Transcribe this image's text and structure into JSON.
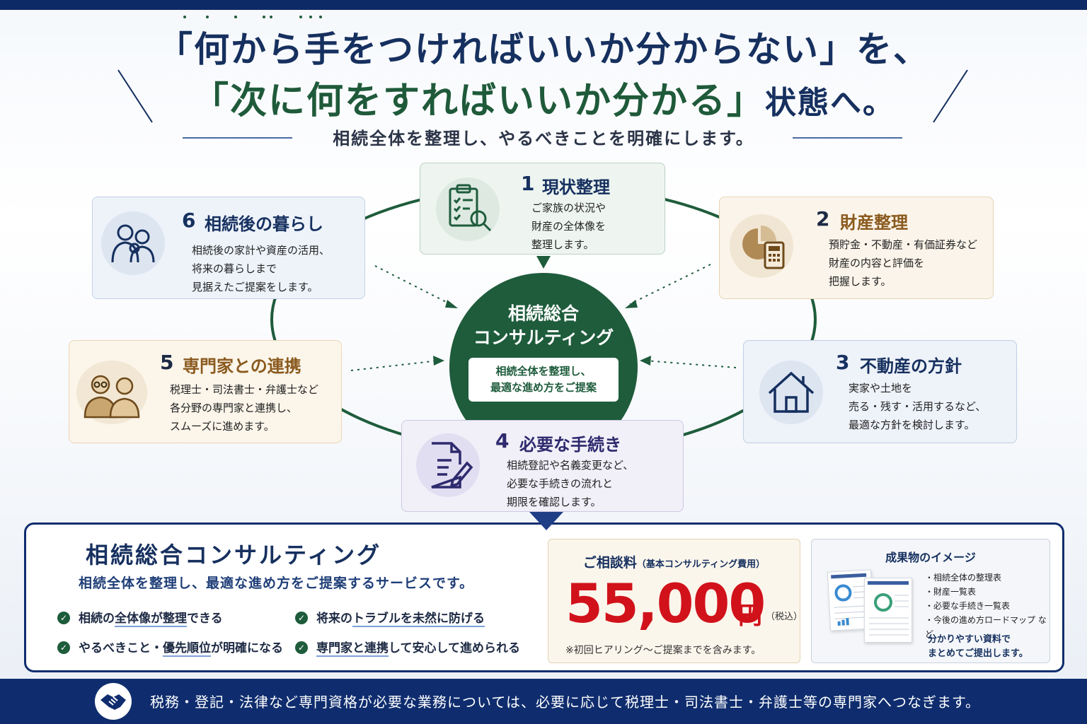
{
  "header": {
    "line1": "「何から手をつければいいか分からない」を、",
    "line2_green": "「次に何をすればいいか分かる」",
    "line2_navy": "状態へ。",
    "subtitle": "相続全体を整理し、やるべきことを明確にします。"
  },
  "center": {
    "title1": "相続総合",
    "title2": "コンサルティング",
    "box1": "相続全体を整理し、",
    "box2": "最適な進め方をご提案"
  },
  "steps": [
    {
      "num": "1",
      "title": "現状整理",
      "lines": [
        "ご家族の状況や",
        "財産の全体像を",
        "整理します。"
      ],
      "icon": "clipboard-search-icon",
      "color": "#1e5c3b"
    },
    {
      "num": "2",
      "title": "財産整理",
      "lines": [
        "預貯金・不動産・有価証券など",
        "財産の内容と評価を",
        "把握します。"
      ],
      "icon": "pie-calculator-icon",
      "color": "#8a5a1e"
    },
    {
      "num": "3",
      "title": "不動産の方針",
      "lines": [
        "実家や土地を",
        "売る・残す・活用するなど、",
        "最適な方針を検討します。"
      ],
      "icon": "house-icon",
      "color": "#16305f"
    },
    {
      "num": "4",
      "title": "必要な手続き",
      "lines": [
        "相続登記や名義変更など、",
        "必要な手続きの流れと",
        "期限を確認します。"
      ],
      "icon": "document-pen-icon",
      "color": "#2e2a6e"
    },
    {
      "num": "5",
      "title": "専門家との連携",
      "lines": [
        "税理士・司法書士・弁護士など",
        "各分野の専門家と連携し、",
        "スムーズに進めます。"
      ],
      "icon": "experts-icon",
      "color": "#8a5a1e"
    },
    {
      "num": "6",
      "title": "相続後の暮らし",
      "lines": [
        "相続後の家計や資産の活用、",
        "将来の暮らしまで",
        "見据えたご提案をします。"
      ],
      "icon": "family-icon",
      "color": "#16305f"
    }
  ],
  "service": {
    "title": "相続総合コンサルティング",
    "subtitle": "相続全体を整理し、最適な進め方をご提案するサービスです。",
    "checks": [
      {
        "pre": "相続の",
        "u": "全体像が整理",
        "post": "できる"
      },
      {
        "pre": "将来の",
        "u": "トラブルを未然に防げる",
        "post": ""
      },
      {
        "pre": "やるべきこと・",
        "u": "優先順位",
        "post": "が明確になる"
      },
      {
        "pre": "",
        "u": "専門家と連携",
        "post": "して安心して進められる"
      }
    ],
    "fee": {
      "label": "ご相談料",
      "label_note": "（基本コンサルティング費用）",
      "price": "55,000",
      "yen": "円",
      "tax": "（税込）",
      "note": "※初回ヒアリング〜ご提案までを含みます。"
    },
    "deliverables": {
      "title": "成果物のイメージ",
      "items": [
        "・相続全体の整理表",
        "・財産一覧表",
        "・必要な手続き一覧表",
        "・今後の進め方ロードマップ など"
      ],
      "note1": "分かりやすい資料で",
      "note2": "まとめてご提出します。"
    }
  },
  "footer": {
    "text": "税務・登記・法律など専門資格が必要な業務については、必要に応じて税理士・司法書士・弁護士等の専門家へつなぎます。",
    "icon": "handshake-icon"
  },
  "colors": {
    "navy": "#0f2d6e",
    "green": "#1e5c3b",
    "red": "#d1121b",
    "gold": "#8a5a1e"
  }
}
